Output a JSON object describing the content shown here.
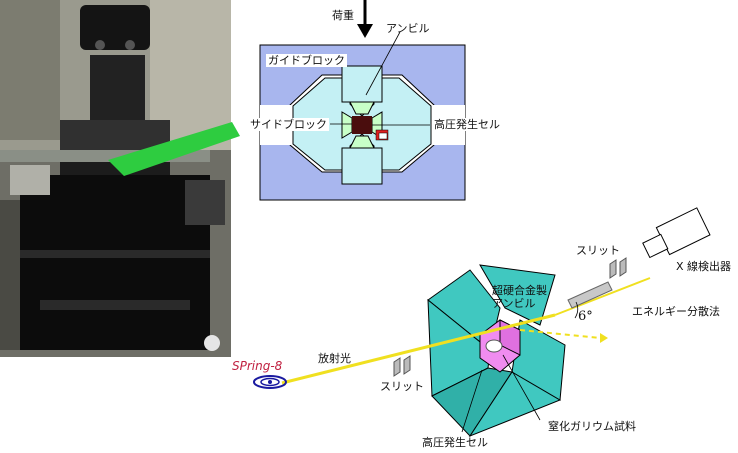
{
  "top_diagram": {
    "load_label": "荷重",
    "anvil_label": "アンビル",
    "guide_block_label": "ガイドブロック",
    "side_block_label": "サイドブロック",
    "cell_label": "高圧発生セル"
  },
  "bottom_diagram": {
    "spring8_logo": "SPring-8",
    "synchrotron_label": "放射光",
    "slit_label_left": "スリット",
    "slit_label_right": "スリット",
    "anvil_label": "超硬合金製\nアンビル",
    "angle_label": "6°",
    "detector_label": "X 線検出器",
    "method_label": "エネルギー分散法",
    "cell_label": "高圧発生セル",
    "sample_label": "窒化ガリウム試料"
  },
  "colors": {
    "guide_block": "#a8b6ee",
    "side_block": "#c4f0f4",
    "anvil": "#c8ffc8",
    "sample": "#4a0d0d",
    "teal_anvil": "#40c8c0",
    "cell_cube": "#f08cf0",
    "beam": "#f0e020",
    "arrow": "#2ecc40"
  }
}
